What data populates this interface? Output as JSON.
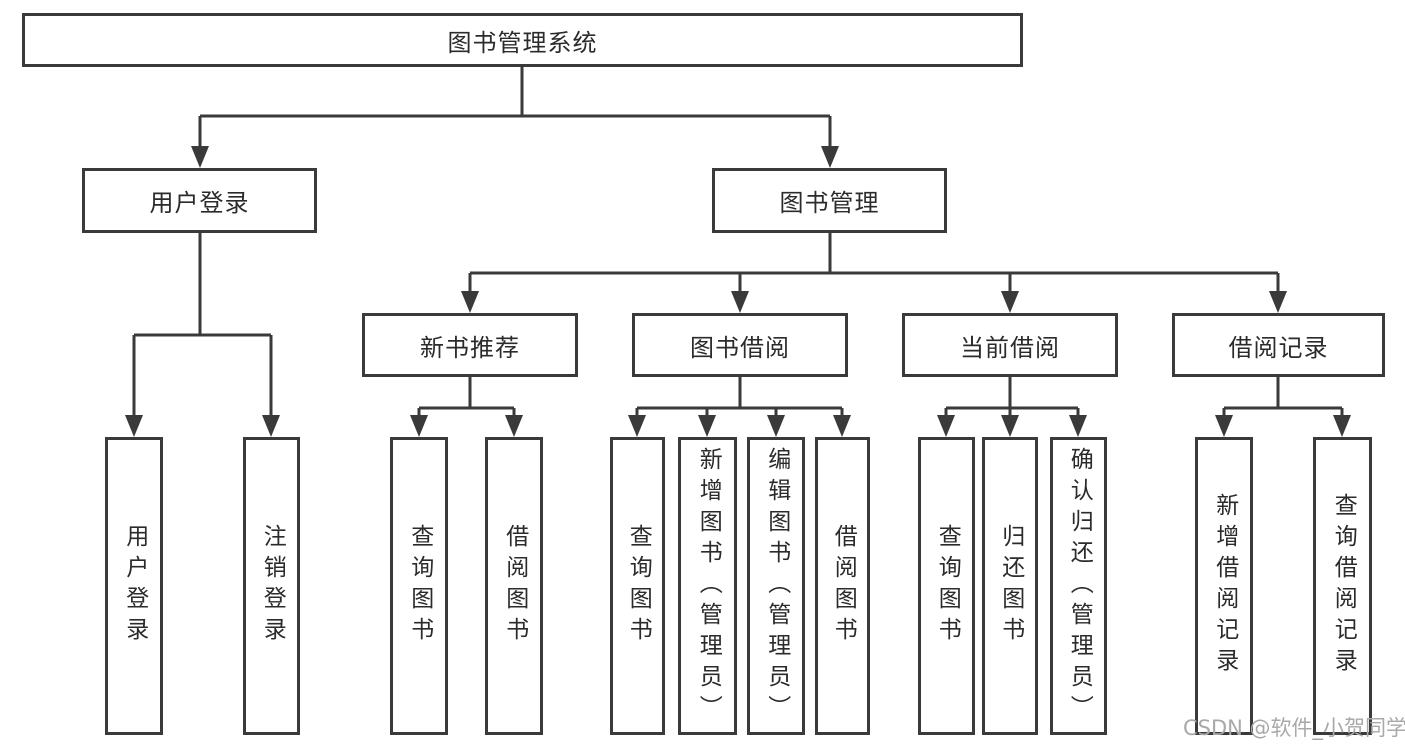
{
  "diagram_type": "hierarchy-tree",
  "colors": {
    "line": "#3a3a3a",
    "box_border": "#3a3a3a",
    "box_fill": "#ffffff",
    "text": "#2b2b2b",
    "watermark": "#a9a9a9",
    "background": "#ffffff"
  },
  "tree": {
    "label": "图书管理系统",
    "children": [
      {
        "label": "用户登录",
        "children": [
          {
            "label": "用户登录"
          },
          {
            "label": "注销登录"
          }
        ]
      },
      {
        "label": "图书管理",
        "children": [
          {
            "label": "新书推荐",
            "children": [
              {
                "label": "查询图书"
              },
              {
                "label": "借阅图书"
              }
            ]
          },
          {
            "label": "图书借阅",
            "children": [
              {
                "label": "查询图书"
              },
              {
                "label": "新增图书（管理员）"
              },
              {
                "label": "编辑图书（管理员）"
              },
              {
                "label": "借阅图书"
              }
            ]
          },
          {
            "label": "当前借阅",
            "children": [
              {
                "label": "查询图书"
              },
              {
                "label": "归还图书"
              },
              {
                "label": "确认归还（管理员）"
              }
            ]
          },
          {
            "label": "借阅记录",
            "children": [
              {
                "label": "新增借阅记录"
              },
              {
                "label": "查询借阅记录"
              }
            ]
          }
        ]
      }
    ]
  },
  "watermark": {
    "text": "CSDN @软件_小贺同学"
  }
}
